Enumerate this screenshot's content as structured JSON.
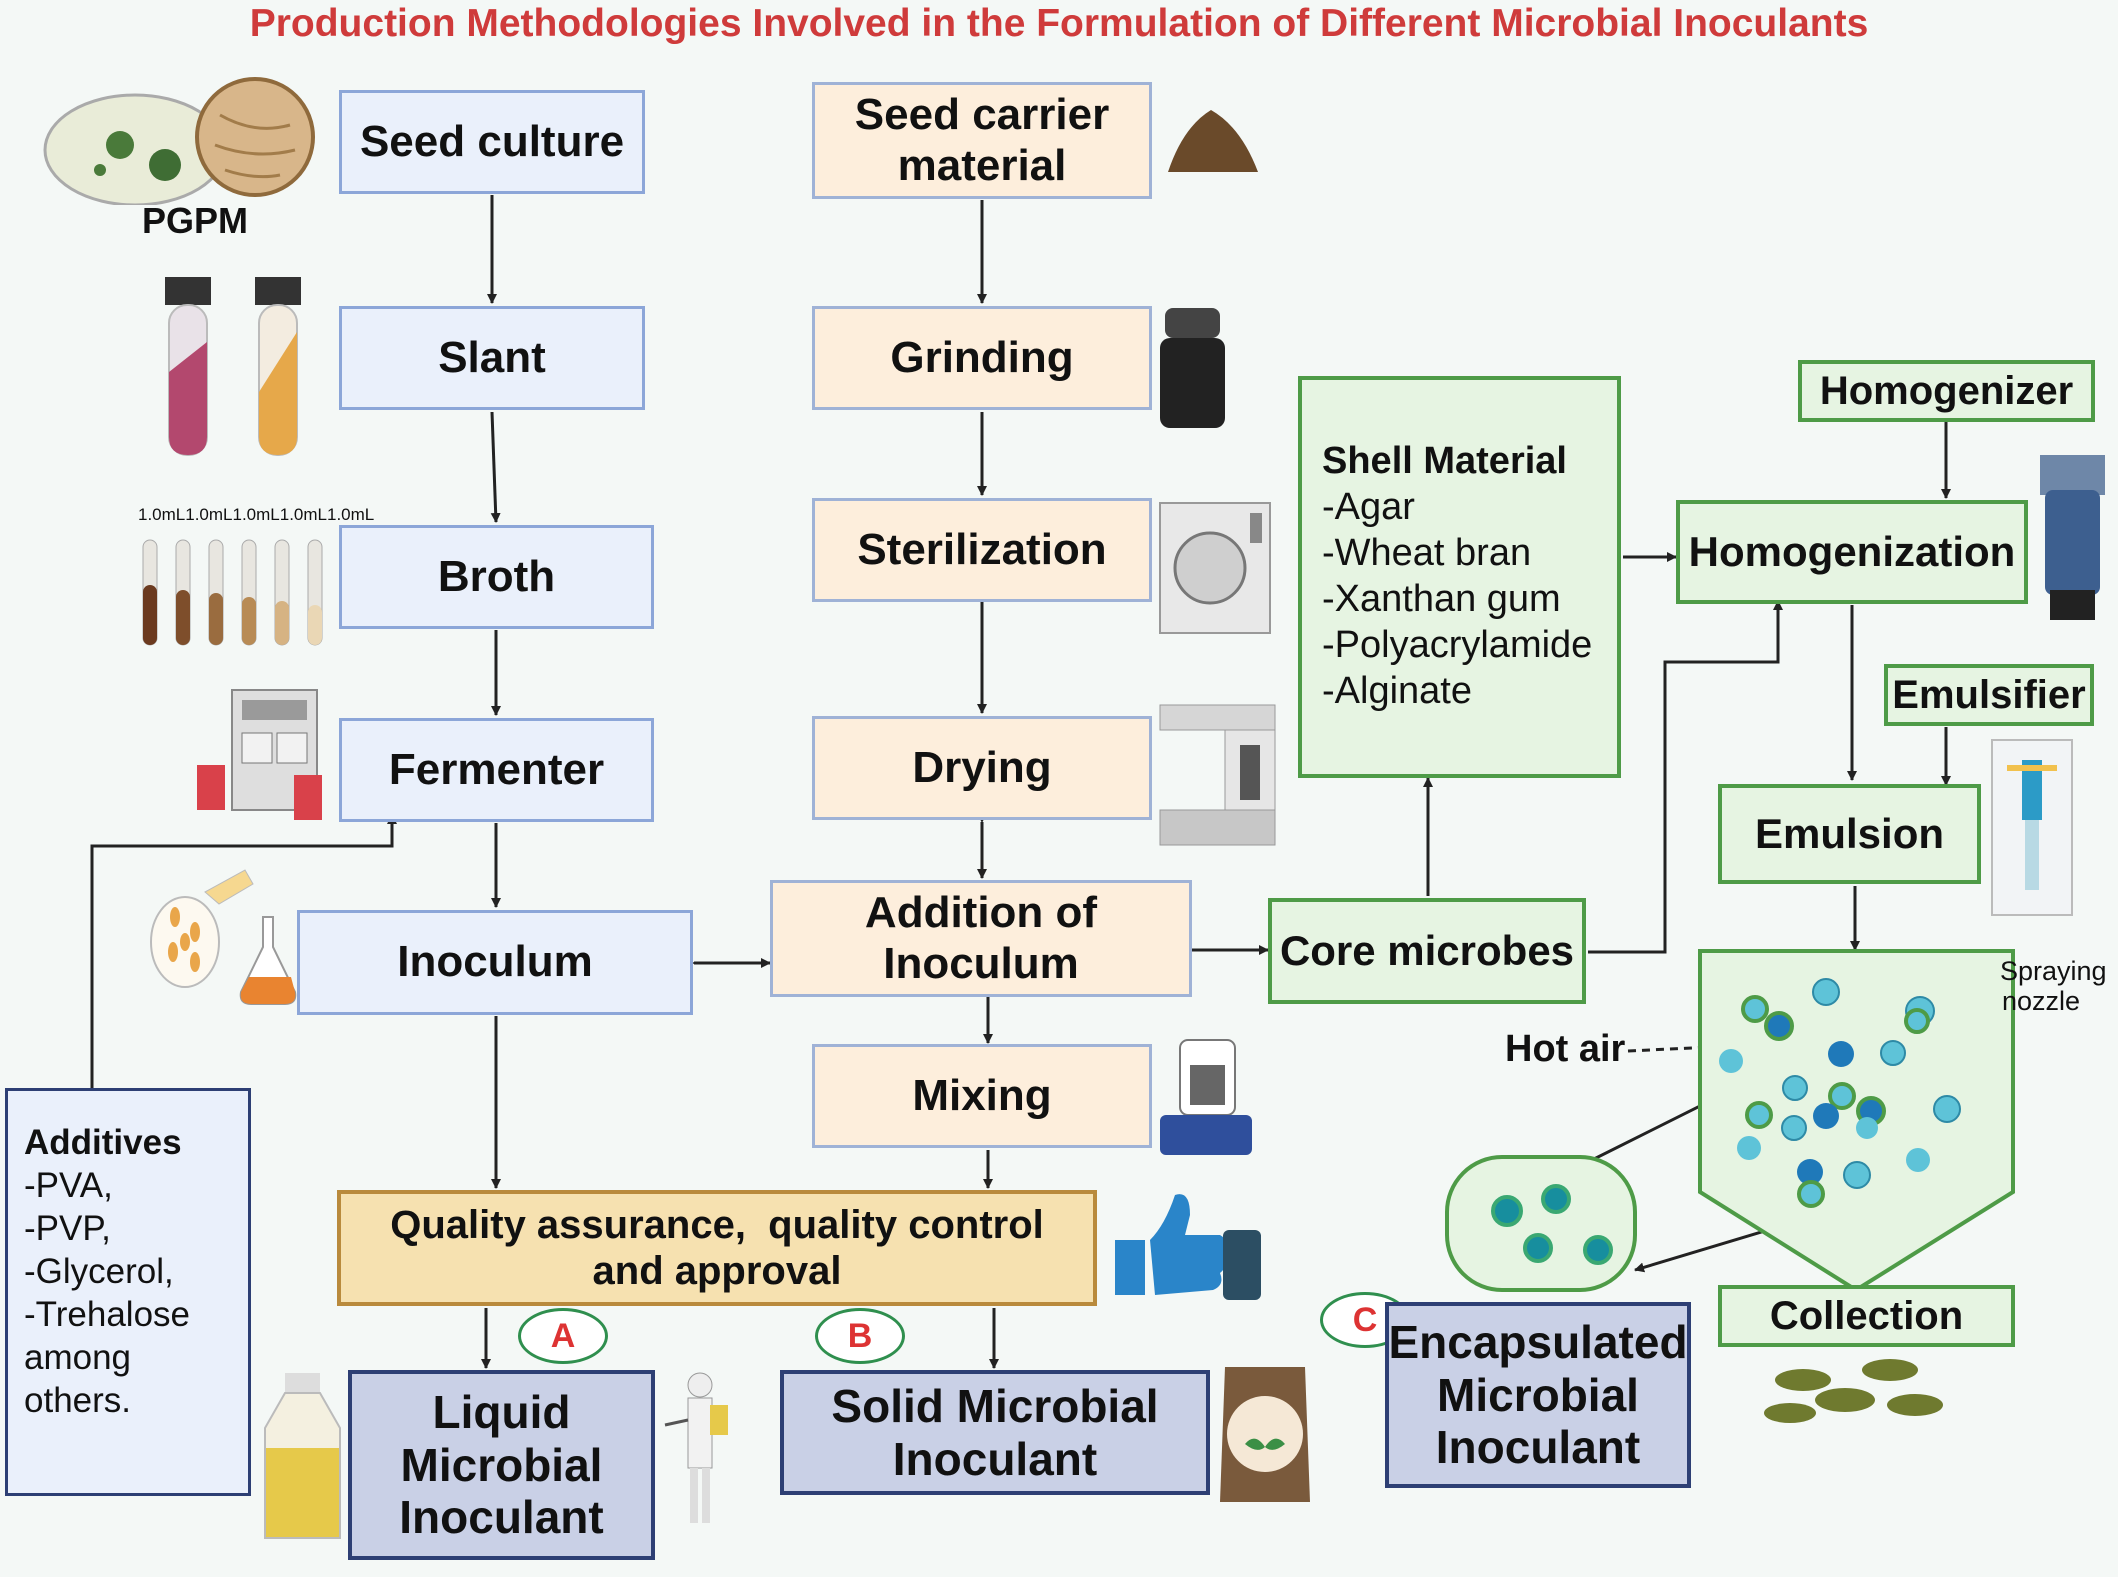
{
  "title": "Production Methodologies Involved in the Formulation of Different Microbial Inoculants",
  "pgpm_label": "PGPM",
  "dilution_label": "1.0mL1.0mL1.0mL1.0mL1.0mL",
  "left_column": {
    "seed_culture": "Seed culture",
    "slant": "Slant",
    "broth": "Broth",
    "fermenter": "Fermenter",
    "inoculum": "Inoculum"
  },
  "middle_column": {
    "seed_carrier_line1": "Seed carrier",
    "seed_carrier_line2": "material",
    "grinding": "Grinding",
    "sterilization": "Sterilization",
    "drying": "Drying",
    "addition_line1": "Addition of",
    "addition_line2": "Inoculum",
    "mixing": "Mixing"
  },
  "shell_material": {
    "heading": "Shell Material",
    "items": [
      "-Agar",
      "-Wheat bran",
      "-Xanthan gum",
      "-Polyacrylamide",
      "-Alginate"
    ]
  },
  "encapsulation": {
    "homogenizer": "Homogenizer",
    "homogenization": "Homogenization",
    "emulsifier": "Emulsifier",
    "emulsion": "Emulsion",
    "core_microbes": "Core microbes",
    "spraying_line1": "Spraying",
    "spraying_line2": "nozzle",
    "hot_air": "Hot air",
    "collection": "Collection"
  },
  "additives": {
    "heading": "Additives",
    "items": [
      "-PVA,",
      "-PVP,",
      "-Glycerol,",
      "-Trehalose",
      "among",
      "others."
    ]
  },
  "qa": {
    "line1": "Quality assurance,  quality control",
    "line2": "and approval"
  },
  "badges": {
    "a": "A",
    "b": "B",
    "c": "C"
  },
  "products": {
    "liquid": [
      "Liquid",
      "Microbial",
      "Inoculant"
    ],
    "solid": [
      "Solid Microbial",
      "Inoculant"
    ],
    "encapsulated": [
      "Encapsulated",
      "Microbial",
      "Inoculant"
    ]
  },
  "icons": [
    "petri-dish-icon",
    "test-tube-icon",
    "dilution-tubes-icon",
    "fermenter-icon",
    "flask-icon",
    "soil-pile-icon",
    "grinder-icon",
    "autoclave-icon",
    "dryer-icon",
    "mixer-icon",
    "thumbs-up-icon",
    "liquid-bottle-icon",
    "sprayer-person-icon",
    "seed-bag-icon",
    "homogenizer-device-icon",
    "emulsifier-device-icon",
    "pellets-icon"
  ],
  "colors": {
    "title": "#cf3b3b",
    "blue_box": "#eaf0fb",
    "peach_box": "#fdeedc",
    "green_box": "#e6f4e2",
    "qa_box": "#f6e1b0",
    "product_box": "#c9d0e6"
  }
}
